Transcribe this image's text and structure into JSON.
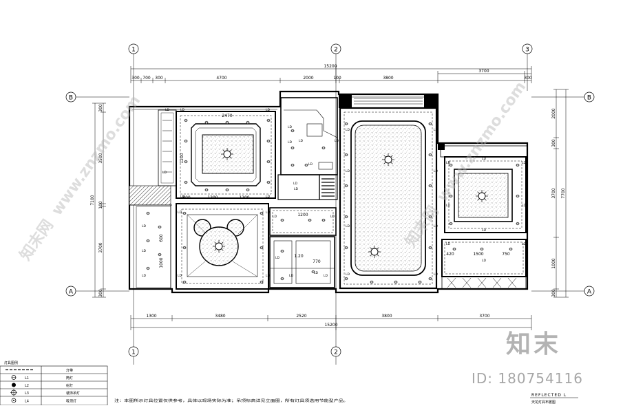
{
  "plan": {
    "grid_axes": {
      "columns": [
        "1",
        "2",
        "3"
      ],
      "rows": [
        "A",
        "B"
      ]
    },
    "dimensions": {
      "top_total": "15200",
      "top_segments": [
        "300",
        "700",
        "300",
        "4700",
        "2000",
        "100",
        "3800",
        "3700",
        "300"
      ],
      "bottom_segments": [
        "1300",
        "3480",
        "2520",
        "3800",
        "3700"
      ],
      "bottom_total": "15200",
      "left_total": "7100",
      "left_segments": [
        "300",
        "3500",
        "100",
        "3700",
        "300"
      ],
      "right_total": "7700",
      "right_segments": [
        "2000",
        "300",
        "3700",
        "1000",
        "300"
      ]
    },
    "inner_dims": {
      "bedroom_width": "2470",
      "bedroom_side": "1200",
      "kids_top": [
        "800",
        "1200",
        "1200"
      ],
      "corridor": "1200",
      "bath": "1.20",
      "bath_right": "770",
      "balcony": [
        "420",
        "1500",
        "750"
      ],
      "vert_a": "600",
      "vert_b": "1000"
    },
    "labels": {
      "fixture": "LD"
    }
  },
  "legend": {
    "title": "灯具图例",
    "rows": [
      {
        "symbol": "line",
        "text": "灯带"
      },
      {
        "symbol": "spot",
        "code": "L1",
        "text": "筒灯"
      },
      {
        "symbol": "down",
        "code": "L2",
        "text": "射灯"
      },
      {
        "symbol": "pendant",
        "code": "L3",
        "text": "装饰吊灯"
      },
      {
        "symbol": "ceiling",
        "code": "L4",
        "text": "吸顶灯"
      }
    ]
  },
  "note": "注：本图所示灯具位置仅供参考，具体以现场实际为准；吊顶标高详见立面图，所有灯具须选用节能型产品。",
  "title_block": {
    "title_en": "REFLECTED L",
    "title_cn": "天花灯具布置图"
  },
  "watermark": {
    "site": "www.znzmo.com",
    "name": "知末网",
    "brand": "知末",
    "id": "ID: 180754116"
  }
}
